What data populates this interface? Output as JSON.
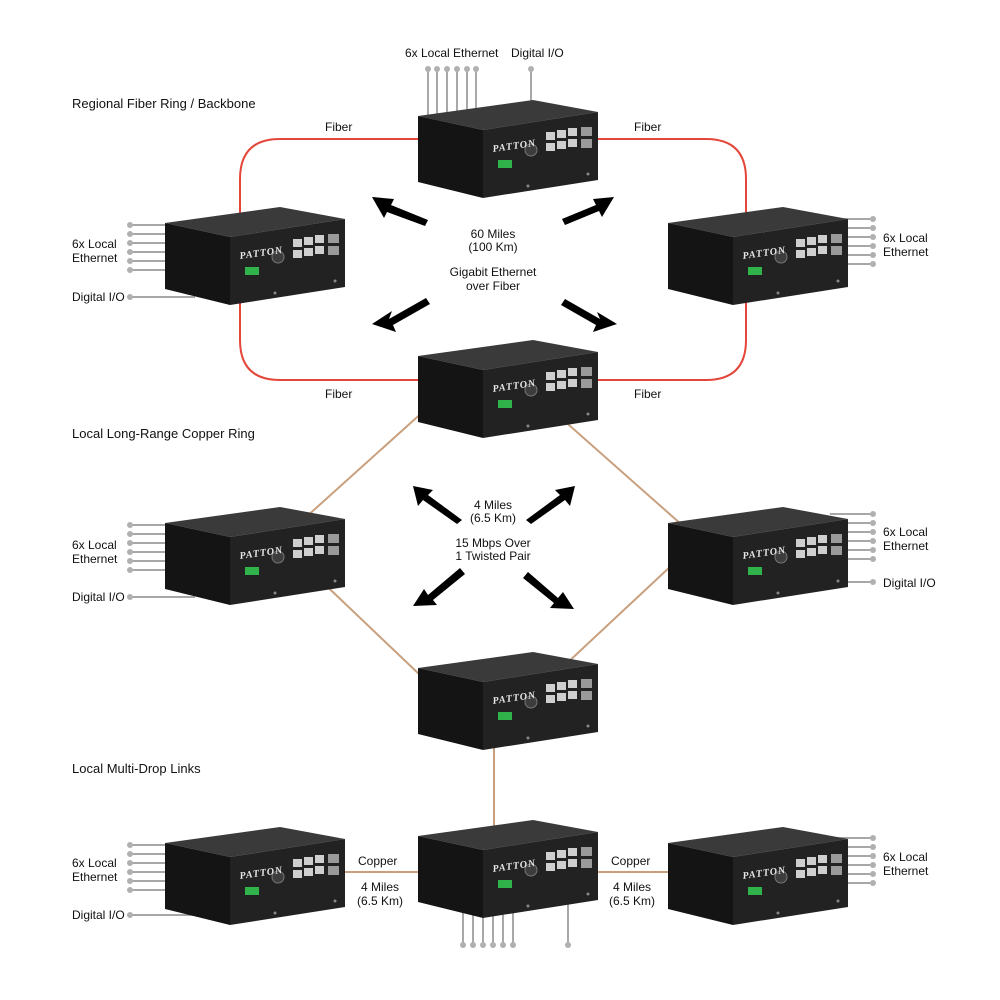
{
  "sections": {
    "fiber_ring": "Regional Fiber Ring / Backbone",
    "copper_ring": "Local Long-Range Copper Ring",
    "multidrop": "Local Multi-Drop Links"
  },
  "labels": {
    "fiber": "Fiber",
    "copper": "Copper",
    "local_ethernet_6x": "6x Local Ethernet",
    "six_x_local": "6x Local",
    "ethernet": "Ethernet",
    "digital_io": "Digital I/O",
    "fiber_distance_1": "60 Miles",
    "fiber_distance_2": "(100 Km)",
    "fiber_speed_1": "Gigabit Ethernet",
    "fiber_speed_2": "over Fiber",
    "copper_distance_1": "4 Miles",
    "copper_distance_2": "(6.5 Km)",
    "copper_speed_1": "15 Mbps Over",
    "copper_speed_2": "1 Twisted Pair"
  },
  "brand": "PATTON",
  "colors": {
    "fiber_line": "#e5463a",
    "copper_line": "#c9a07e",
    "device_body": "#1c1c1c",
    "arrow": "#000000",
    "lead_line": "#8a8a8a"
  }
}
